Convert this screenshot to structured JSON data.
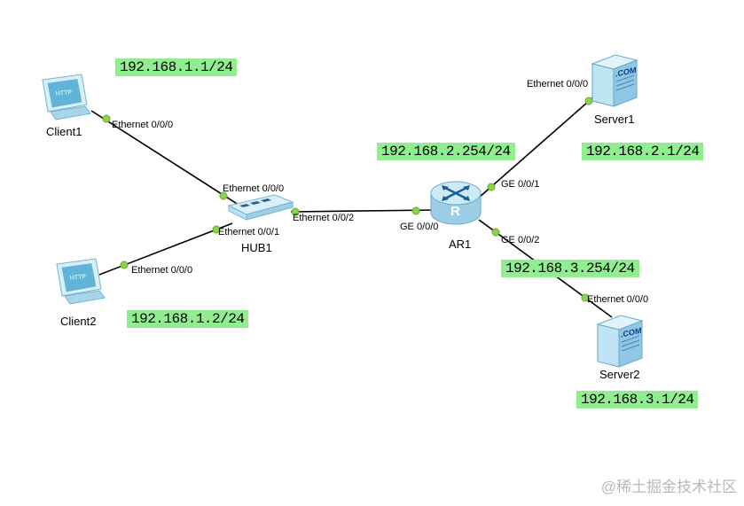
{
  "nodes": {
    "client1": {
      "label": "Client1",
      "screen_text": "HTTP"
    },
    "client2": {
      "label": "Client2",
      "screen_text": "HTTP"
    },
    "hub1": {
      "label": "HUB1"
    },
    "ar1": {
      "label": "AR1",
      "body_text": "R"
    },
    "server1": {
      "label": "Server1",
      "face_text": ".COM"
    },
    "server2": {
      "label": "Server2",
      "face_text": ".COM"
    }
  },
  "ip_labels": {
    "client1": "192.168.1.1/24",
    "client2": "192.168.1.2/24",
    "ar1_ge1": "192.168.2.254/24",
    "ar1_ge2": "192.168.3.254/24",
    "server1": "192.168.2.1/24",
    "server2": "192.168.3.1/24"
  },
  "interfaces": {
    "client1_eth0": "Ethernet 0/0/0",
    "client2_eth0": "Ethernet 0/0/0",
    "hub1_eth0": "Ethernet 0/0/0",
    "hub1_eth1": "Ethernet 0/0/1",
    "hub1_eth2": "Ethernet 0/0/2",
    "ar1_ge0": "GE 0/0/0",
    "ar1_ge1": "GE 0/0/1",
    "ar1_ge2": "GE 0/0/2",
    "server1_eth0": "Ethernet 0/0/0",
    "server2_eth0": "Ethernet 0/0/0"
  },
  "colors": {
    "ip_label_bg": "#90EE90",
    "link": "#000000",
    "endpoint_dot": "#8CD34C"
  },
  "watermark": "@稀土掘金技术社区"
}
